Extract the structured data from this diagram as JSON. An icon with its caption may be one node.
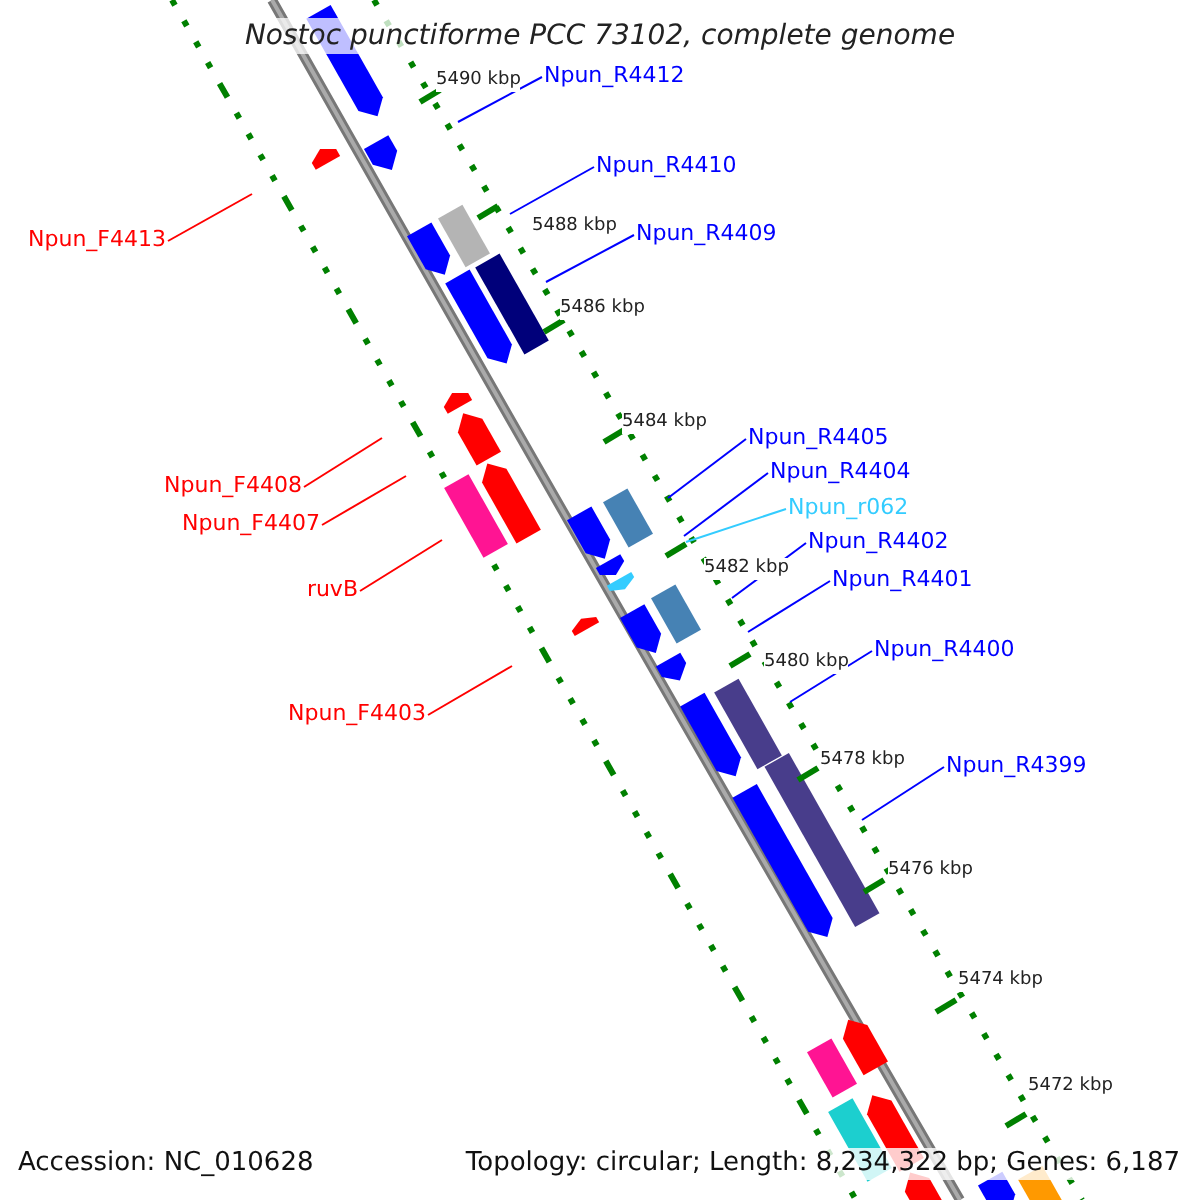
{
  "diagram": {
    "title": "Nostoc punctiforme PCC 73102, complete genome",
    "nodes": [
      {
        "text": [
          "Npun_R4412"
        ]
      },
      {
        "text": [
          "Npun_R4410"
        ]
      },
      {
        "text": [
          "Npun_R4409"
        ]
      },
      {
        "text": [
          "Npun_F4413"
        ]
      },
      {
        "text": [
          "Npun_F4408"
        ]
      },
      {
        "text": [
          "Npun_F4407"
        ]
      },
      {
        "text": [
          "ruvB"
        ]
      },
      {
        "text": [
          "Npun_R4405"
        ]
      },
      {
        "text": [
          "Npun_R4404"
        ]
      },
      {
        "text": [
          "Npun_r062"
        ]
      },
      {
        "text": [
          "Npun_R4402"
        ]
      },
      {
        "text": [
          "Npun_R4401"
        ]
      },
      {
        "text": [
          "Npun_F4403"
        ]
      },
      {
        "text": [
          "Npun_R4400"
        ]
      },
      {
        "text": [
          "Npun_R4399"
        ]
      }
    ],
    "edges": [
      {
        "from": 0,
        "to": null,
        "arrow": "none"
      },
      {
        "from": 1,
        "to": null,
        "arrow": "none"
      },
      {
        "from": 2,
        "to": null,
        "arrow": "none"
      },
      {
        "from": 3,
        "to": null,
        "arrow": "none",
        "color": "#ff0000"
      },
      {
        "from": 4,
        "to": null,
        "arrow": "none",
        "color": "#ff0000"
      },
      {
        "from": 5,
        "to": null,
        "arrow": "none",
        "color": "#ff0000"
      },
      {
        "from": 6,
        "to": null,
        "arrow": "none",
        "color": "#ff0000"
      },
      {
        "from": 7,
        "to": null,
        "arrow": "none"
      },
      {
        "from": 8,
        "to": null,
        "arrow": "none"
      },
      {
        "from": 9,
        "to": null,
        "arrow": "none",
        "color": "#33ccff"
      },
      {
        "from": 10,
        "to": null,
        "arrow": "none"
      },
      {
        "from": 11,
        "to": null,
        "arrow": "none"
      },
      {
        "from": 12,
        "to": null,
        "arrow": "none",
        "color": "#ff0000"
      },
      {
        "from": 13,
        "to": null,
        "arrow": "none"
      },
      {
        "from": 14,
        "to": null,
        "arrow": "none"
      }
    ],
    "labels": [
      "5490 kbp",
      "5488 kbp",
      "5486 kbp",
      "5484 kbp",
      "5482 kbp",
      "5480 kbp",
      "5478 kbp",
      "5476 kbp",
      "5474 kbp",
      "5472 kbp",
      "Accession: NC_010628",
      "Topology: circular; Length: 8,234,322 bp; Genes: 6,187"
    ]
  }
}
